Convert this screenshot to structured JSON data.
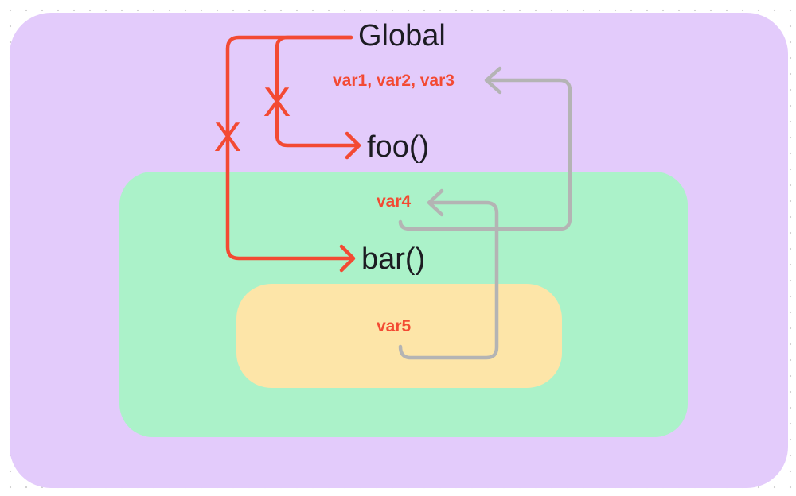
{
  "colors": {
    "global_scope": "#e3cbfb",
    "bar_scope": "#abf2c9",
    "inner_scope": "#fde5a8",
    "blocked_arrow": "#f34a33",
    "lookup_arrow": "#b4b4b4",
    "variable_text": "#f34a33",
    "label_text": "#1c1c22"
  },
  "labels": {
    "global": "Global",
    "foo": "foo()",
    "bar": "bar()"
  },
  "variables": {
    "global_vars": "var1, var2, var3",
    "bar_var": "var4",
    "inner_var": "var5"
  },
  "markers": {
    "blocked": "X"
  }
}
